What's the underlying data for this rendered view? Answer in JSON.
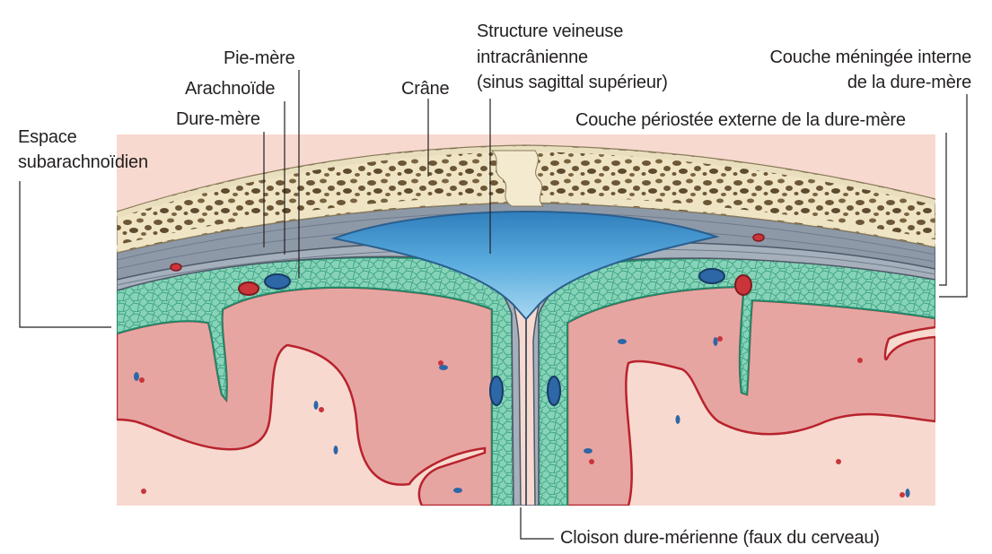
{
  "labels": {
    "pie_mere": "Pie-mère",
    "arachnoide": "Arachnoïde",
    "dure_mere": "Dure-mère",
    "espace_line1": "Espace",
    "espace_line2": "subarachnoïdien",
    "crane": "Crâne",
    "veineuse_line1": "Structure veineuse",
    "veineuse_line2": "intracrânienne",
    "veineuse_line3": "(sinus sagittal supérieur)",
    "meningee_line1": "Couche méningée interne",
    "meningee_line2": "de la dure-mère",
    "periostee": "Couche périostée externe de la dure-mère",
    "cloison": "Cloison dure-mérienne (faux du cerveau)"
  },
  "colors": {
    "bone": "#f3ead0",
    "bone_spots": "#6b5636",
    "dura": "#9aa5b4",
    "dura_line": "#4d5866",
    "sinus": "#3f93c9",
    "sinus_light": "#8ec8e8",
    "arachnoid": "#7fcfb3",
    "arachnoid_line": "#1f8a6a",
    "pia": "#b8232d",
    "gray_matter": "#e7a5a2",
    "white_matter": "#f7d9cf",
    "vessel_blue": "#2d67a6",
    "vessel_red": "#c9353b",
    "leader": "#231f20"
  }
}
